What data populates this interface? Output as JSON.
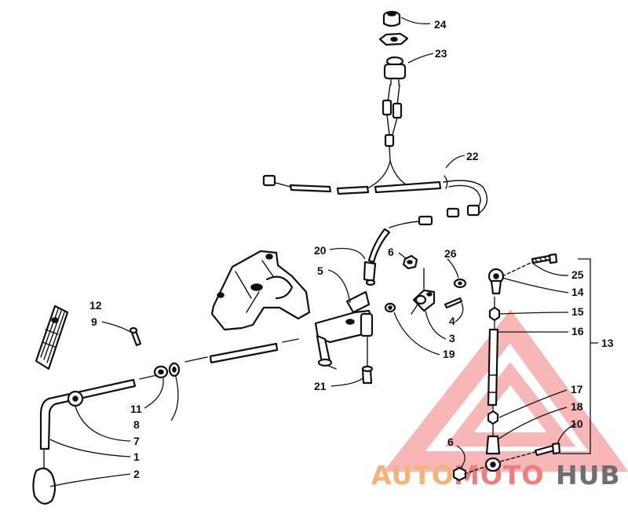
{
  "callouts": {
    "c1": "1",
    "c2": "2",
    "c3": "3",
    "c4": "4",
    "c5": "5",
    "c6a": "6",
    "c6b": "6",
    "c7": "7",
    "c8": "8",
    "c9": "9",
    "c10": "10",
    "c11": "11",
    "c12": "12",
    "c13": "13",
    "c14": "14",
    "c15": "15",
    "c16": "16",
    "c17": "17",
    "c18": "18",
    "c19": "19",
    "c20": "20",
    "c21": "21",
    "c22": "22",
    "c23": "23",
    "c24": "24",
    "c25": "25",
    "c26": "26"
  },
  "watermark": {
    "part1": "AUTO",
    "part2": "MOTO",
    "part3": "HUB",
    "color_primary": "#f07c7c",
    "color_accent": "#f6b27a",
    "color_dark": "#6f6f6f"
  }
}
